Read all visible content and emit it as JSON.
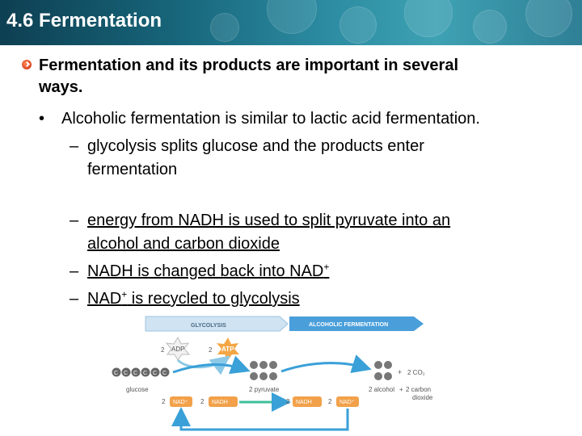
{
  "header": {
    "title": "4.6 Fermentation"
  },
  "content": {
    "main_point_line1": "Fermentation and its products are important in several",
    "main_point_line2": "ways.",
    "bullet_1": "Alcoholic fermentation is similar to lactic acid fermentation.",
    "sub_1_line1": "glycolysis splits glucose and the products enter",
    "sub_1_line2": "fermentation",
    "sub_2_line1": "energy from NADH is used to split pyruvate into an",
    "sub_2_line2": "alcohol and carbon dioxide",
    "sub_3_pre": "NADH is changed back into NAD",
    "sub_3_sup": "+",
    "sub_4_pre": "NAD",
    "sub_4_sup": "+",
    "sub_4_post": " is recycled to glycolysis",
    "bullet_glyph": "•",
    "dash_glyph": "–"
  },
  "diagram": {
    "glycolysis_label": "GLYCOLYSIS",
    "fermentation_label": "ALCOHOLIC FERMENTATION",
    "adp_count": "2",
    "adp": "ADP",
    "atp_count": "2",
    "atp": "ATP",
    "glucose": "glucose",
    "pyruvate": "2 pyruvate",
    "nad_count_left": "2",
    "nad_left": "NAD⁺",
    "nadh_count_left": "2",
    "nadh_left": "NADH",
    "nadh_count_right": "2",
    "nadh_right": "NADH",
    "nad_count_right": "2",
    "nad_right": "NAD⁺",
    "plus": "+",
    "co2": "2 CO₂",
    "alcohol": "2 alcohol",
    "plus2": "+",
    "carbon": "2 carbon",
    "dioxide": "dioxide",
    "carbon_letter": "C",
    "colors": {
      "arrow": "#3aa0d8",
      "orange": "#f2a14a",
      "green_arrow": "#3bbf9a",
      "bar": "#4a9fdb"
    }
  }
}
